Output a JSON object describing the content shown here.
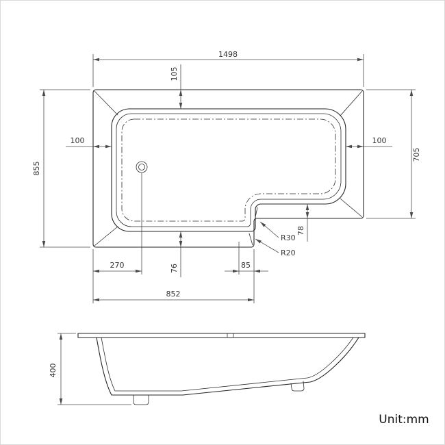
{
  "unit_label": "Unit:mm",
  "plan": {
    "overall_length": "1498",
    "rim_top": "105",
    "overall_width": "855",
    "rim_left": "100",
    "rim_right": "100",
    "right_section_width": "705",
    "radius_outer": "R30",
    "radius_inner": "R20",
    "rim_step": "78",
    "drain_from_left": "270",
    "rim_bottom": "76",
    "step_width": "85",
    "left_section_length": "852"
  },
  "side": {
    "height": "400"
  }
}
